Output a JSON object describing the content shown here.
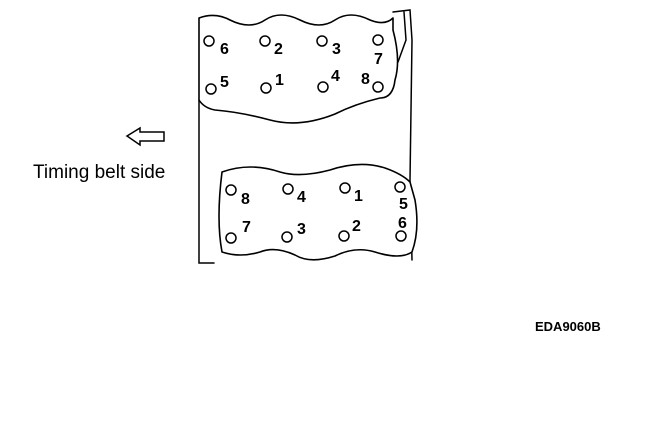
{
  "direction_label": "Timing belt side",
  "figure_code": "EDA9060B",
  "upper_head": {
    "name": "upper-cylinder-head",
    "bolt_labels": [
      "6",
      "2",
      "3",
      "7",
      "5",
      "1",
      "4",
      "8"
    ]
  },
  "lower_head": {
    "name": "lower-cylinder-head",
    "bolt_labels": [
      "8",
      "4",
      "1",
      "5",
      "7",
      "3",
      "2",
      "6"
    ]
  },
  "colors": {
    "line": "#000000",
    "background": "#ffffff"
  },
  "icons": {
    "direction": "arrow-left-outline-icon"
  }
}
